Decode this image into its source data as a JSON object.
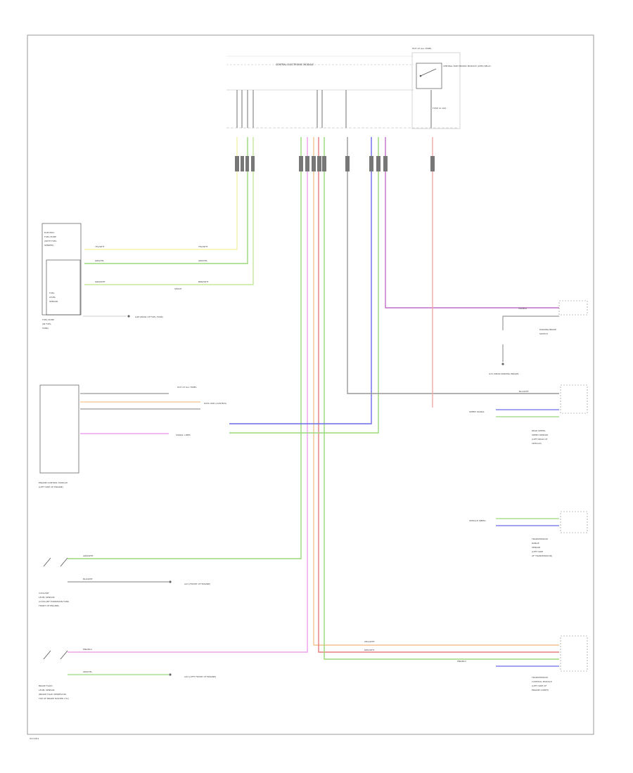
{
  "modules": {
    "central_electronic": {
      "label": "CENTRAL ELECTRONIC MODULE"
    },
    "relay_box": {
      "top_label": "HOT AT ALL TIMES",
      "side_label": "CENTRAL ELECTRONIC MODULE (CEM) RELAY",
      "fuse_label": "FUSE 12 10A"
    },
    "fuel_pump": {
      "top_lines": [
        "ELECTRIC",
        "FUEL PUMP",
        "(WITH FUEL",
        "SENDER)"
      ],
      "inner_lines": [
        "FUEL",
        "LEVEL",
        "SENSOR"
      ],
      "bottom_lines": [
        "FUEL PUMP",
        "(IN FUEL",
        "TANK)"
      ]
    },
    "ecm": {
      "lines": [
        "ENGINE CONTROL MODULE",
        "(LEFT SIDE OF ENGINE)"
      ]
    },
    "coolant_sensor": {
      "lines": [
        "COOLANT",
        "LEVEL SENSOR",
        "(COOLANT EXPANSION TANK,",
        "FRONT OF ENGINE)"
      ]
    },
    "brake_fluid_sensor": {
      "lines": [
        "BRAKE FLUID",
        "LEVEL SENSOR",
        "(BRAKE FLUID RESERVOIR,",
        "TOP OF BRAKE MASTER CYL)"
      ]
    },
    "parking_brake": {
      "lines": [
        "PARKING BRAKE",
        "SWITCH"
      ]
    },
    "rear_wheel_sensor": {
      "lines": [
        "REAR WHEEL",
        "SPEED SENSOR",
        "(LEFT REAR OF",
        "VEHICLE)"
      ]
    },
    "trans_sensor": {
      "lines": [
        "TRANSMISSION",
        "RANGE",
        "SENSOR",
        "(LEFT SIDE",
        "OF TRANSMISSION)"
      ]
    },
    "trans_module": {
      "lines": [
        "TRANSMISSION",
        "CONTROL MODULE",
        "(LEFT SIDE OF",
        "ENGINE COMPT)"
      ]
    }
  },
  "wires": {
    "yellow": "YEL/WHT",
    "green1": "GRN/YEL",
    "green2": "GRN/WHT",
    "brown": "BRN/WHT",
    "blk": "BLK/WHT",
    "violet": "VIO/BLK",
    "blue": "BLU/WHT",
    "red": "RED/WHT",
    "pink": "PNK/BLU",
    "orange": "ORG/WHT"
  },
  "notes": {
    "ground_fuel": "G28 (REAR OF FUEL TANK)",
    "ground_parking": "G31 (NEAR PARKING BRAKE)",
    "ground_coolant": "G21 (FRONT OF ENGINE)",
    "ground_brake": "G22 (LEFT FRONT OF ENGINE)",
    "canbus": "DATA LINK (CAN BUS)",
    "signal_lines": "SIGNAL LINES",
    "speed1": "SPEED SIGNAL",
    "speed2": "VEHICLE SPEED",
    "spec1": "SPLICE",
    "ecm_hot": "HOT AT ALL TIMES"
  },
  "footer": {
    "code": "0111041"
  },
  "colors": {
    "yellow": "#f3f3a8",
    "green": "#9ad97a",
    "violet": "#c06ec8",
    "pink": "#f0a0ee",
    "blue": "#6a6ae6",
    "red": "#e87e7e",
    "orange": "#f3c48e",
    "frame": "#9a9a9a"
  }
}
